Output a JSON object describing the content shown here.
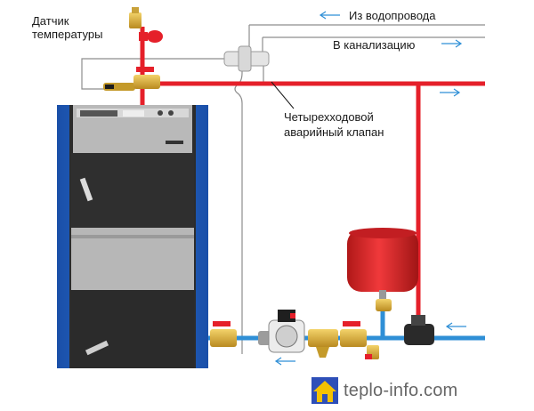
{
  "labels": {
    "temp_sensor_line1": "Датчик",
    "temp_sensor_line2": "температуры",
    "water_supply": "Из водопровода",
    "sewer": "В канализацию",
    "valve_line1": "Четырехходовой",
    "valve_line2": "аварийный клапан"
  },
  "brand": {
    "text": "teplo-info.com",
    "icon": "house-logo-icon"
  },
  "colors": {
    "hot_pipe": "#e5202a",
    "return_pipe": "#2f8fd6",
    "cold_line": "#8e8e8e",
    "boiler_body": "#1f5fc0",
    "expansion_tank": "#d8232a"
  }
}
